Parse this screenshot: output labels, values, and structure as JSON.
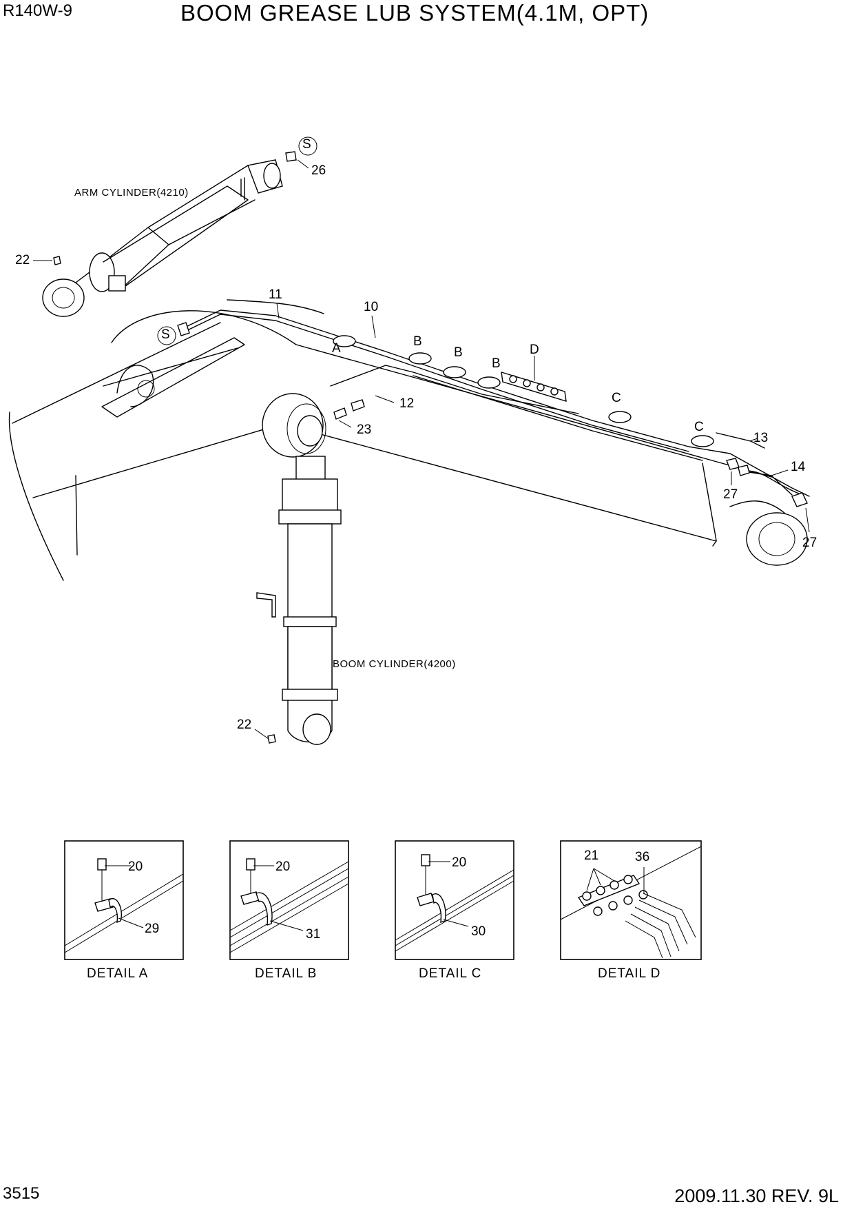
{
  "header": {
    "model": "R140W-9",
    "title": "BOOM GREASE LUB SYSTEM(4.1M, OPT)"
  },
  "footer": {
    "page_number": "3515",
    "revision": "2009.11.30 REV. 9L"
  },
  "captions": {
    "arm_cylinder": "ARM CYLINDER(4210)",
    "boom_cylinder": "BOOM CYLINDER(4200)"
  },
  "callouts": {
    "c10": "10",
    "c11": "11",
    "c12": "12",
    "c13": "13",
    "c14": "14",
    "c22_top": "22",
    "c22_bottom": "22",
    "c23": "23",
    "c26": "26",
    "c27_a": "27",
    "c27_b": "27"
  },
  "detail_markers": {
    "s1": "S",
    "s2": "S",
    "a": "A",
    "b1": "B",
    "b2": "B",
    "b3": "B",
    "c1": "C",
    "c2": "C",
    "d": "D"
  },
  "details": [
    {
      "label": "DETAIL  A",
      "parts": [
        "20",
        "29"
      ]
    },
    {
      "label": "DETAIL  B",
      "parts": [
        "20",
        "31"
      ]
    },
    {
      "label": "DETAIL  C",
      "parts": [
        "20",
        "30"
      ]
    },
    {
      "label": "DETAIL  D",
      "parts": [
        "21",
        "36"
      ]
    }
  ]
}
